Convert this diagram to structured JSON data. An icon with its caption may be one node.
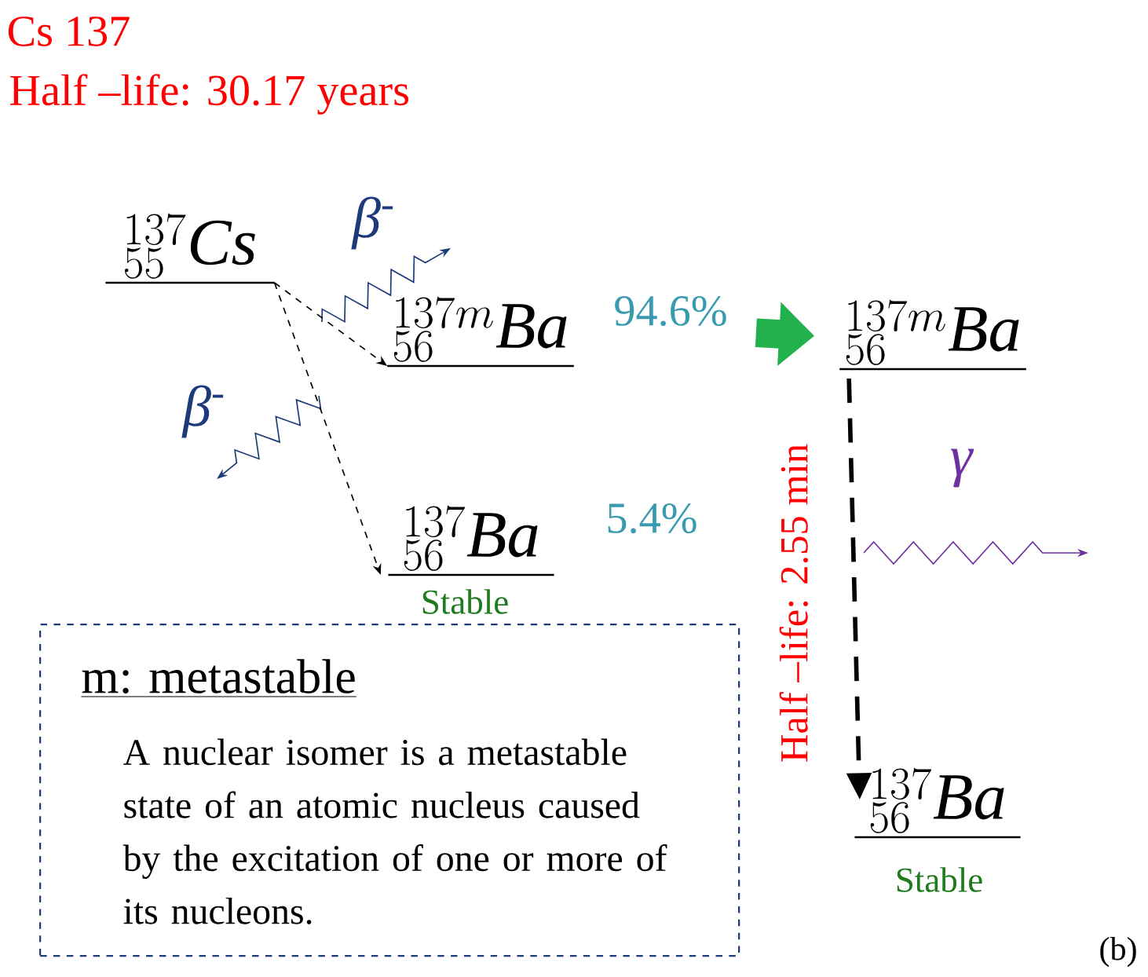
{
  "diagram": {
    "title": "Cs 137",
    "nodes": [
      {
        "text": [
          "{}^{137}_{55}\\mathit{Cs}"
        ]
      },
      {
        "text": [
          "{}^{137m}_{56}\\mathit{Ba}",
          "94.6%"
        ]
      },
      {
        "text": [
          "{}^{137}_{56}\\mathit{Ba}"
        ],
        "beside": [
          "5.4%",
          "Stable"
        ]
      },
      {
        "text": [
          "{}^{137m}_{56}\\mathit{Ba}"
        ]
      },
      {
        "text": [
          "{}^{137}_{56}\\mathit{Ba}"
        ],
        "beside": [
          "Stable"
        ]
      },
      {
        "text": [
          "m: metastable",
          "A nuclear isomer is a metastable state of an atomic nucleus caused by the excitation of one or more of its nucleons."
        ]
      }
    ],
    "edges": [
      {
        "from": 0,
        "to": 1,
        "arrow": "to",
        "style": "dashed"
      },
      {
        "from": 0,
        "to": 2,
        "arrow": "to",
        "style": "dashed"
      },
      {
        "from": 1,
        "to": 3,
        "arrow": "to",
        "style": "thick",
        "color": "#22b14c"
      },
      {
        "from": 3,
        "to": 4,
        "arrow": "to",
        "style": "dashed",
        "label": "Half –life: 2.55 min"
      }
    ],
    "labels": [
      "Half –life: 30.17 years",
      "β$^{-}$",
      "β$^{-}$",
      "γ",
      "(b)"
    ]
  }
}
